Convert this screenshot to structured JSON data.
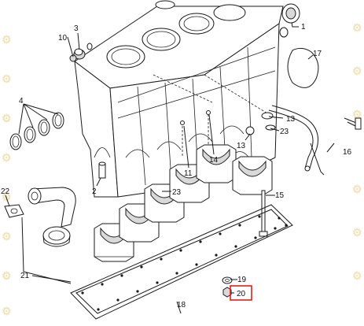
{
  "colors": {
    "highlight": "#e0201b",
    "line": "#1a1a1a",
    "watermark": "#f0e4bd"
  },
  "watermark_icon": "gear-icon",
  "callouts": [
    {
      "id": "c1",
      "text": "1"
    },
    {
      "id": "c2",
      "text": "2"
    },
    {
      "id": "c3",
      "text": "3"
    },
    {
      "id": "c4",
      "text": "4"
    },
    {
      "id": "c10",
      "text": "10"
    },
    {
      "id": "c11",
      "text": "11"
    },
    {
      "id": "c13a",
      "text": "13"
    },
    {
      "id": "c13b",
      "text": "13"
    },
    {
      "id": "c14",
      "text": "14"
    },
    {
      "id": "c15",
      "text": "15"
    },
    {
      "id": "c16",
      "text": "16"
    },
    {
      "id": "c17",
      "text": "17"
    },
    {
      "id": "c18",
      "text": "18"
    },
    {
      "id": "c19",
      "text": "19"
    },
    {
      "id": "c20",
      "text": "20",
      "highlighted": true
    },
    {
      "id": "c21",
      "text": "21"
    },
    {
      "id": "c22",
      "text": "22"
    },
    {
      "id": "c23a",
      "text": "23"
    },
    {
      "id": "c23b",
      "text": "23"
    }
  ]
}
